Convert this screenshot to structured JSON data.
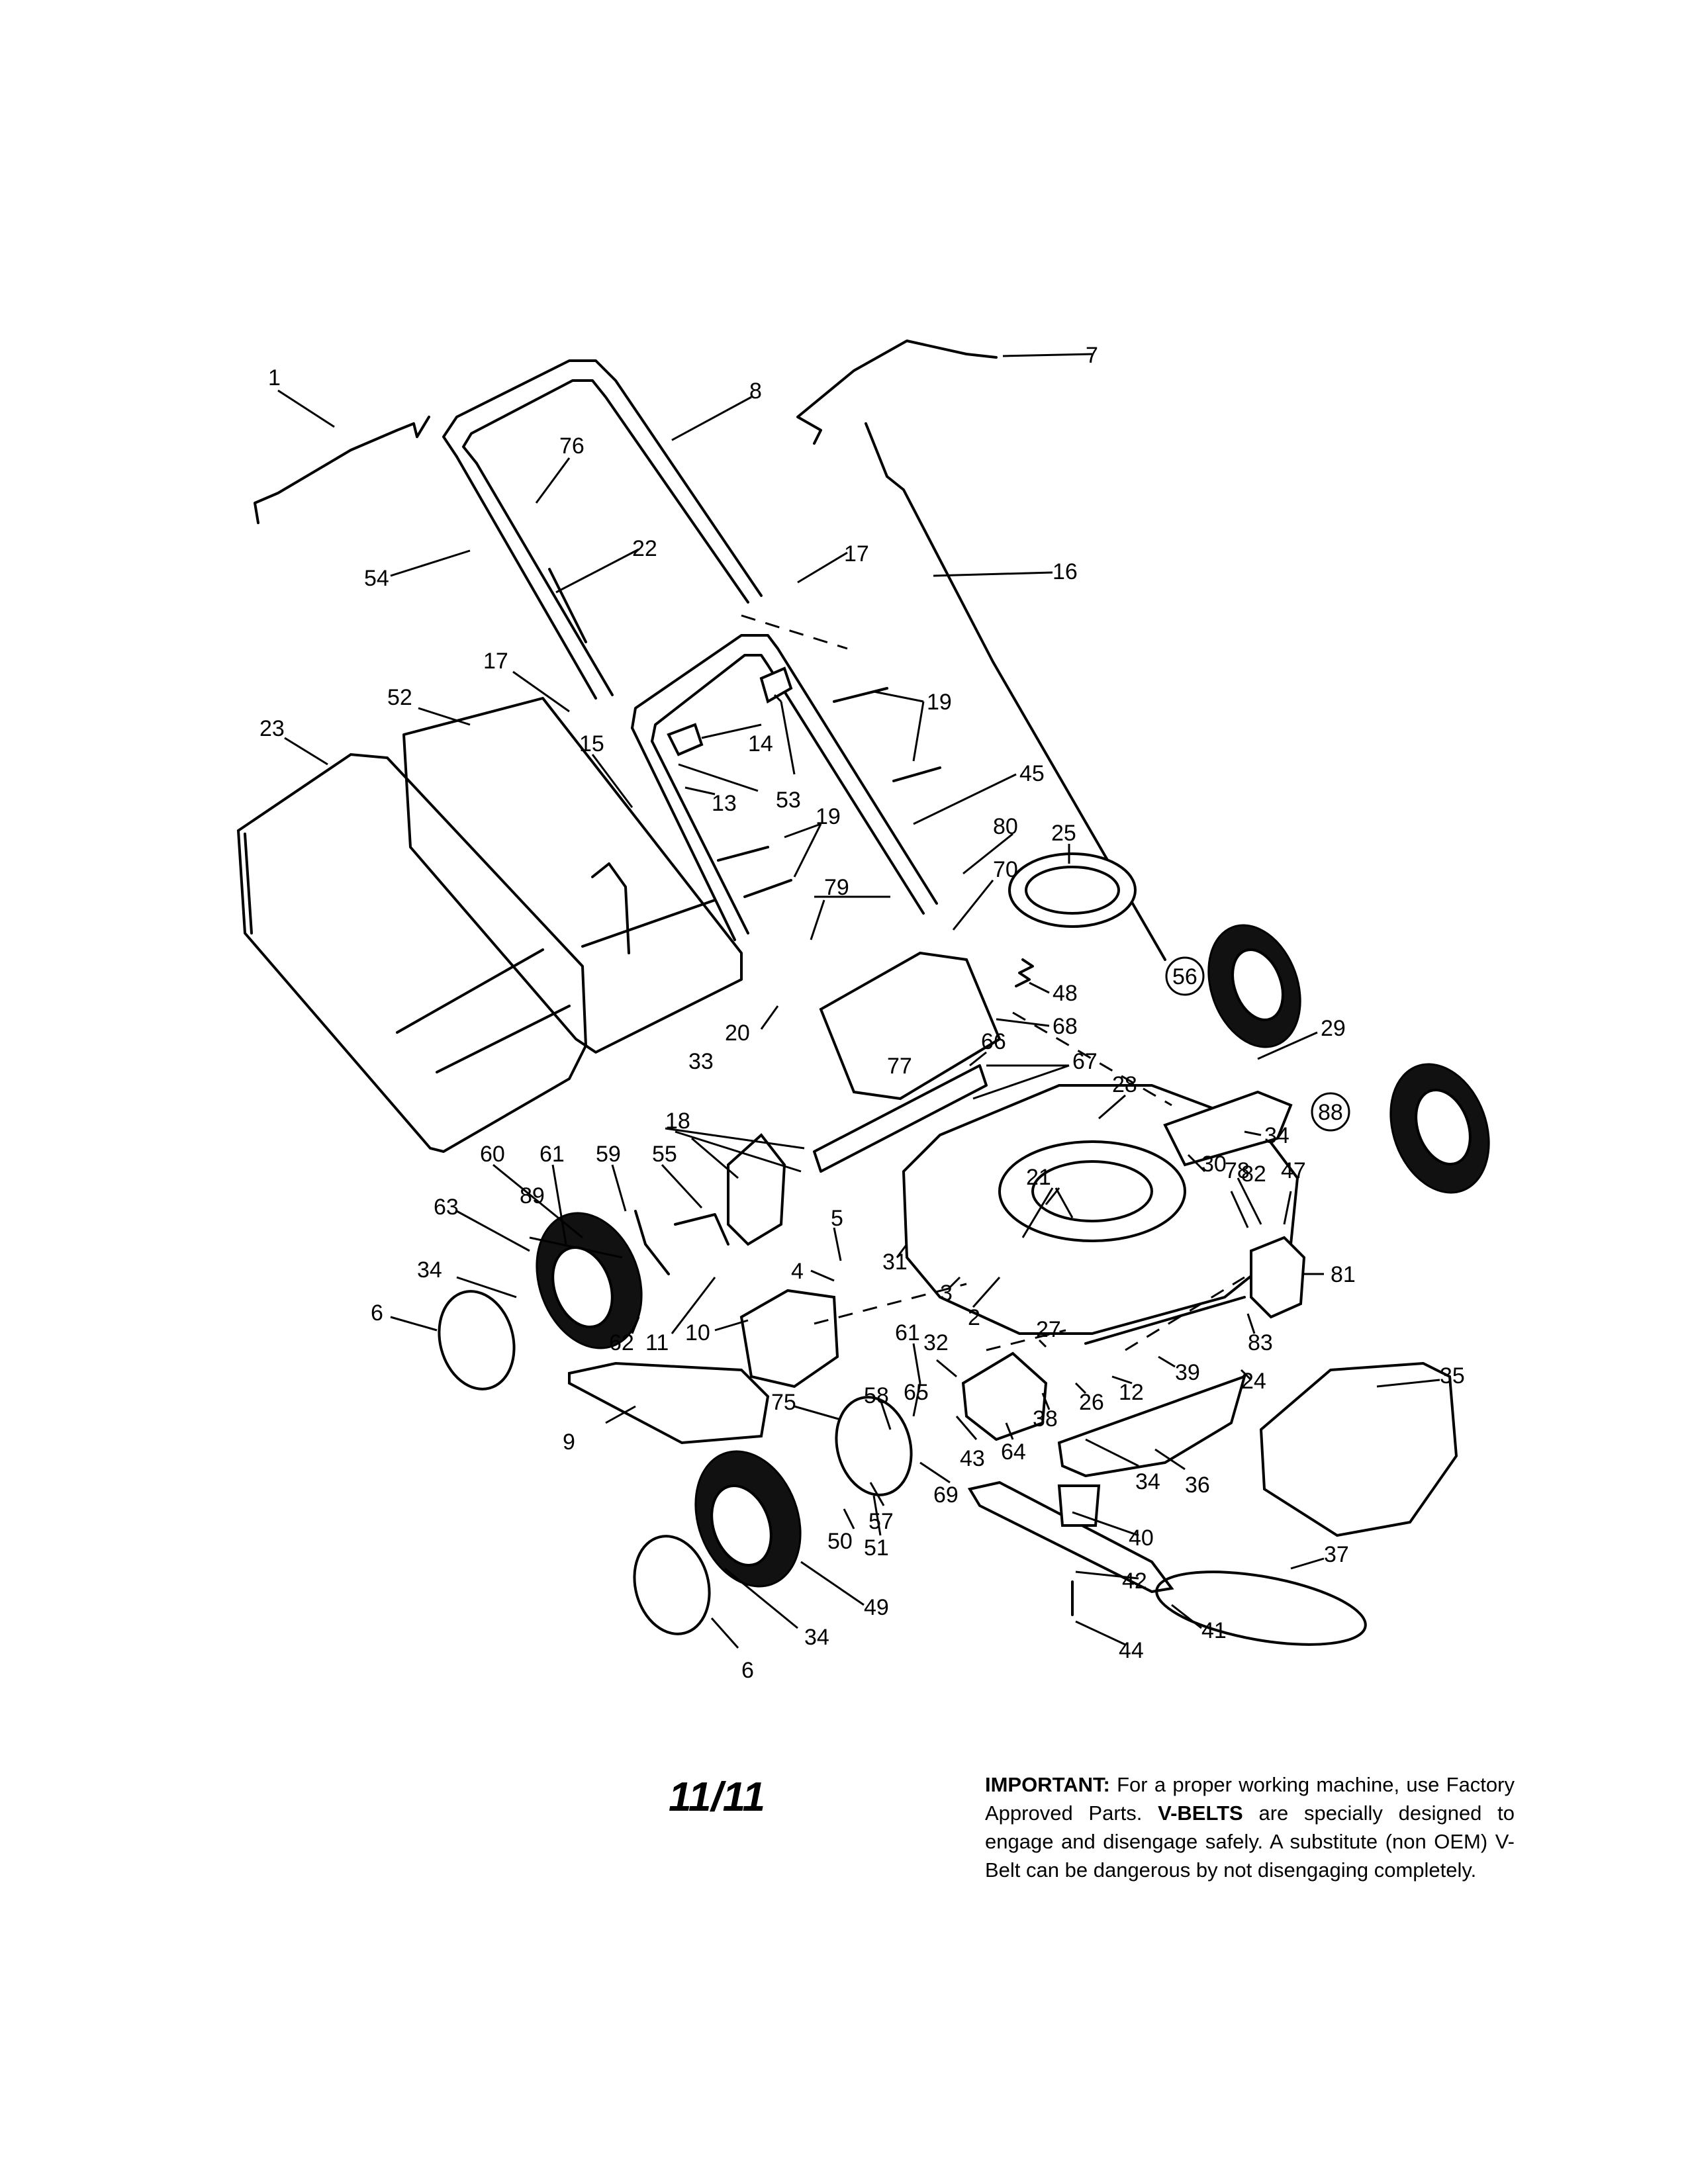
{
  "diagram": {
    "callouts": [
      {
        "id": "c1",
        "text": "1"
      },
      {
        "id": "c7",
        "text": "7"
      },
      {
        "id": "c8",
        "text": "8"
      },
      {
        "id": "c76",
        "text": "76"
      },
      {
        "id": "c22",
        "text": "22"
      },
      {
        "id": "c54",
        "text": "54"
      },
      {
        "id": "c17a",
        "text": "17"
      },
      {
        "id": "c16",
        "text": "16"
      },
      {
        "id": "c17b",
        "text": "17"
      },
      {
        "id": "c52",
        "text": "52"
      },
      {
        "id": "c23",
        "text": "23"
      },
      {
        "id": "c15",
        "text": "15"
      },
      {
        "id": "c14",
        "text": "14"
      },
      {
        "id": "c13",
        "text": "13"
      },
      {
        "id": "c53",
        "text": "53"
      },
      {
        "id": "c19a",
        "text": "19"
      },
      {
        "id": "c45",
        "text": "45"
      },
      {
        "id": "c19b",
        "text": "19"
      },
      {
        "id": "c80",
        "text": "80"
      },
      {
        "id": "c25",
        "text": "25"
      },
      {
        "id": "c79",
        "text": "79"
      },
      {
        "id": "c70",
        "text": "70"
      },
      {
        "id": "c48",
        "text": "48"
      },
      {
        "id": "c56",
        "text": "56"
      },
      {
        "id": "c20",
        "text": "20"
      },
      {
        "id": "c68",
        "text": "68"
      },
      {
        "id": "c29",
        "text": "29"
      },
      {
        "id": "c66",
        "text": "66"
      },
      {
        "id": "c33",
        "text": "33"
      },
      {
        "id": "c77",
        "text": "77"
      },
      {
        "id": "c67",
        "text": "67"
      },
      {
        "id": "c28",
        "text": "28"
      },
      {
        "id": "c34a",
        "text": "34"
      },
      {
        "id": "c88",
        "text": "88"
      },
      {
        "id": "c18",
        "text": "18"
      },
      {
        "id": "c21",
        "text": "21"
      },
      {
        "id": "c30",
        "text": "30"
      },
      {
        "id": "c78",
        "text": "78"
      },
      {
        "id": "c60",
        "text": "60"
      },
      {
        "id": "c61a",
        "text": "61"
      },
      {
        "id": "c59",
        "text": "59"
      },
      {
        "id": "c55",
        "text": "55"
      },
      {
        "id": "c82",
        "text": "82"
      },
      {
        "id": "c47",
        "text": "47"
      },
      {
        "id": "c89",
        "text": "89"
      },
      {
        "id": "c63",
        "text": "63"
      },
      {
        "id": "c31",
        "text": "31"
      },
      {
        "id": "c5",
        "text": "5"
      },
      {
        "id": "c34b",
        "text": "34"
      },
      {
        "id": "c4",
        "text": "4"
      },
      {
        "id": "c3",
        "text": "3"
      },
      {
        "id": "c81",
        "text": "81"
      },
      {
        "id": "c6a",
        "text": "6"
      },
      {
        "id": "c2",
        "text": "2"
      },
      {
        "id": "c62",
        "text": "62"
      },
      {
        "id": "c11",
        "text": "11"
      },
      {
        "id": "c10",
        "text": "10"
      },
      {
        "id": "c83",
        "text": "83"
      },
      {
        "id": "c27",
        "text": "27"
      },
      {
        "id": "c61b",
        "text": "61"
      },
      {
        "id": "c32",
        "text": "32"
      },
      {
        "id": "c39",
        "text": "39"
      },
      {
        "id": "c24",
        "text": "24"
      },
      {
        "id": "c35",
        "text": "35"
      },
      {
        "id": "c65",
        "text": "65"
      },
      {
        "id": "c12",
        "text": "12"
      },
      {
        "id": "c26",
        "text": "26"
      },
      {
        "id": "c9",
        "text": "9"
      },
      {
        "id": "c75",
        "text": "75"
      },
      {
        "id": "c58",
        "text": "58"
      },
      {
        "id": "c38",
        "text": "38"
      },
      {
        "id": "c43",
        "text": "43"
      },
      {
        "id": "c64",
        "text": "64"
      },
      {
        "id": "c34c",
        "text": "34"
      },
      {
        "id": "c36",
        "text": "36"
      },
      {
        "id": "c69",
        "text": "69"
      },
      {
        "id": "c57",
        "text": "57"
      },
      {
        "id": "c50",
        "text": "50"
      },
      {
        "id": "c51",
        "text": "51"
      },
      {
        "id": "c40",
        "text": "40"
      },
      {
        "id": "c37",
        "text": "37"
      },
      {
        "id": "c49",
        "text": "49"
      },
      {
        "id": "c42",
        "text": "42"
      },
      {
        "id": "c41",
        "text": "41"
      },
      {
        "id": "c34d",
        "text": "34"
      },
      {
        "id": "c44",
        "text": "44"
      },
      {
        "id": "c6b",
        "text": "6"
      }
    ]
  },
  "page_number": "11/11",
  "notice": {
    "lead": "IMPORTANT:",
    "part1": " For a proper working machine, use Factory Approved Parts. ",
    "bold2": "V-BELTS",
    "part2": " are specially designed to engage and disengage safely. A substitute (non OEM) V-Belt can be dangerous by not disengaging completely."
  }
}
